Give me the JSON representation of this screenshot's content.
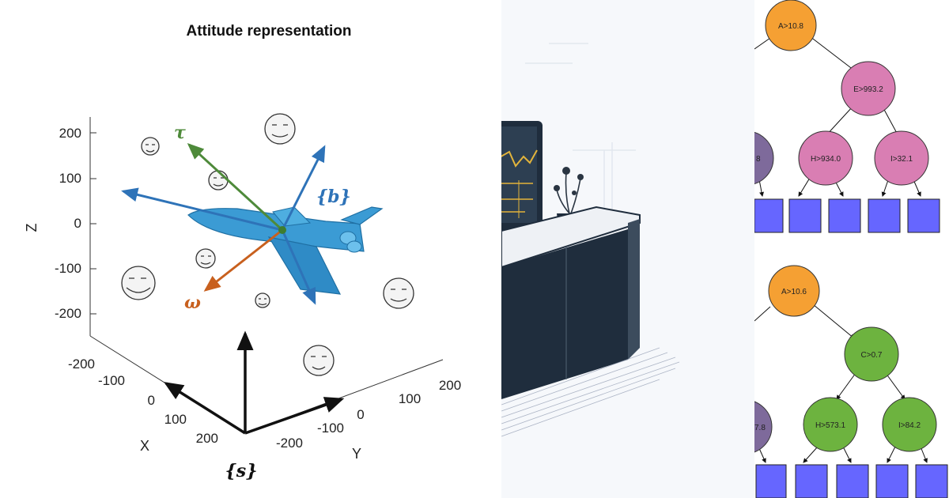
{
  "left_panel": {
    "title": "Attitude representation",
    "z_axis": {
      "label": "Z",
      "ticks": [
        "200",
        "100",
        "0",
        "-100",
        "-200"
      ]
    },
    "x_axis": {
      "label": "X",
      "ticks": [
        "-200",
        "-100",
        "0",
        "100",
        "200"
      ]
    },
    "y_axis": {
      "label": "Y",
      "ticks": [
        "-200",
        "-100",
        "0",
        "100",
        "200"
      ]
    },
    "vector_labels": {
      "tau": "τ",
      "omega": "ω",
      "body": "{b}",
      "space": "{s}"
    },
    "colors": {
      "tau": "#4e8a3a",
      "omega": "#c8601e",
      "body": "#2e73b8",
      "shuttle": "#3b9bd4"
    }
  },
  "middle_panel": {
    "description_icons": [
      "monitor-icon",
      "plant-icon",
      "desk-icon"
    ]
  },
  "right_panel": {
    "tree_top": {
      "root": "A>10.8",
      "child": "E>993.2",
      "left_partial": "8",
      "left": "H>934.0",
      "right": "I>32.1",
      "colors": {
        "root": "#f5a033",
        "child": "#d97eb3",
        "partial": "#7e6a9b",
        "leaf": "#6666ff"
      }
    },
    "tree_bottom": {
      "root": "A>10.6",
      "child": "C>0.7",
      "left_partial": "7.8",
      "left": "H>573.1",
      "right": "I>84.2",
      "colors": {
        "root": "#f5a033",
        "child": "#6db33f",
        "partial": "#7e6a9b",
        "leaf": "#6666ff"
      }
    }
  }
}
